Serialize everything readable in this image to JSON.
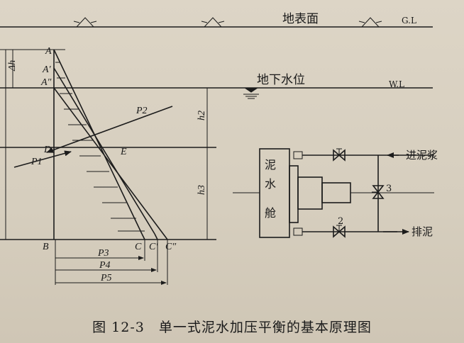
{
  "labels": {
    "ground_surface": "地表面",
    "gl": "G.L",
    "groundwater_level": "地下水位",
    "wl": "W.L",
    "slurry_in": "进泥浆",
    "slurry_out": "排泥",
    "chamber_1": "泥",
    "chamber_2": "水",
    "chamber_3": "舱",
    "valve_2": "2",
    "valve_3": "3"
  },
  "points": {
    "A": "A",
    "A1": "A′",
    "A2": "A″",
    "D": "D",
    "E": "E",
    "B": "B",
    "C": "C",
    "C1": "C′",
    "C2": "C″"
  },
  "symbols": {
    "dh": "Δh",
    "h2": "h2",
    "h3": "h3",
    "p1": "P1",
    "p2": "P2",
    "p3": "P3",
    "p4": "P4",
    "p5": "P5"
  },
  "caption": "图 12-3　单一式泥水加压平衡的基本原理图"
}
